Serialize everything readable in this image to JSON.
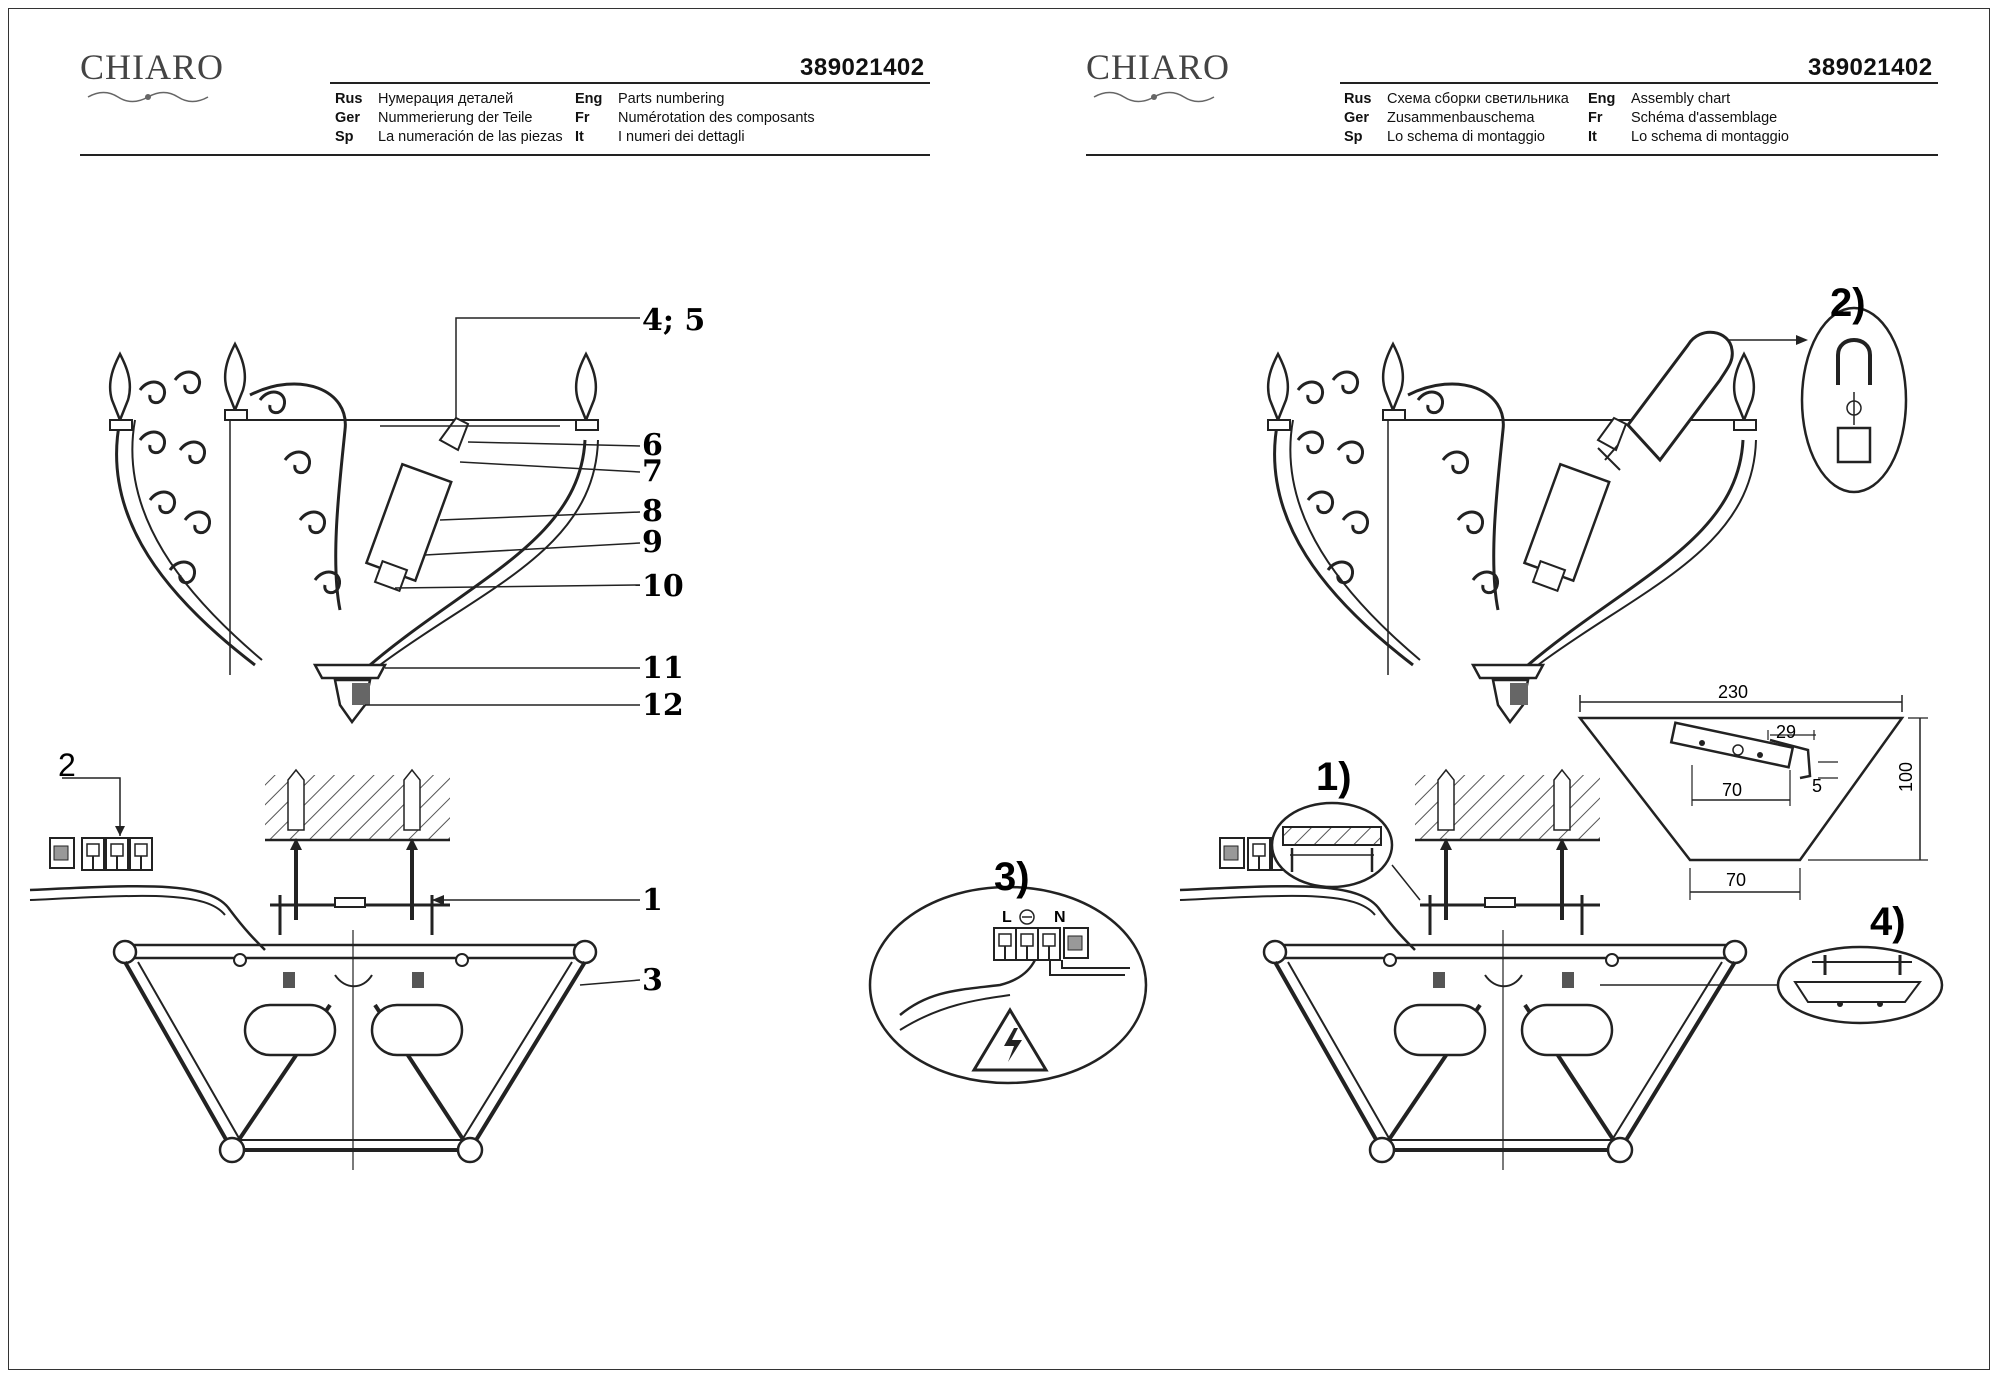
{
  "left": {
    "brand": "CHIARO",
    "code": "389021402",
    "captions": [
      {
        "lang": "Rus",
        "text": "Нумерация деталей"
      },
      {
        "lang": "Ger",
        "text": "Nummerierung der Teile"
      },
      {
        "lang": "Sp",
        "text": "La numeración de las piezas"
      },
      {
        "lang": "Eng",
        "text": "Parts numbering"
      },
      {
        "lang": "Fr",
        "text": "Numérotation des composants"
      },
      {
        "lang": "It",
        "text": "I numeri dei dettagli"
      }
    ],
    "part_labels": [
      "4; 5",
      "6",
      "7",
      "8",
      "9",
      "10",
      "11",
      "12",
      "1",
      "3",
      "2"
    ]
  },
  "right": {
    "brand": "CHIARO",
    "code": "389021402",
    "captions": [
      {
        "lang": "Rus",
        "text": "Схема сборки светильника"
      },
      {
        "lang": "Ger",
        "text": "Zusammenbauschema"
      },
      {
        "lang": "Sp",
        "text": "Lo schema di montaggio"
      },
      {
        "lang": "Eng",
        "text": "Assembly chart"
      },
      {
        "lang": "Fr",
        "text": "Schéma d'assemblage"
      },
      {
        "lang": "It",
        "text": "Lo schema di montaggio"
      }
    ],
    "steps": [
      "1)",
      "2)",
      "3)",
      "4)"
    ],
    "terminal_labels": [
      "L",
      "N"
    ],
    "dimensions": {
      "top_width": "230",
      "height": "100",
      "bottom_width": "70",
      "plate_length": "70",
      "plate_offset": "29",
      "plate_small": "5"
    }
  },
  "colors": {
    "line": "#222222",
    "hatch": "#555555"
  }
}
